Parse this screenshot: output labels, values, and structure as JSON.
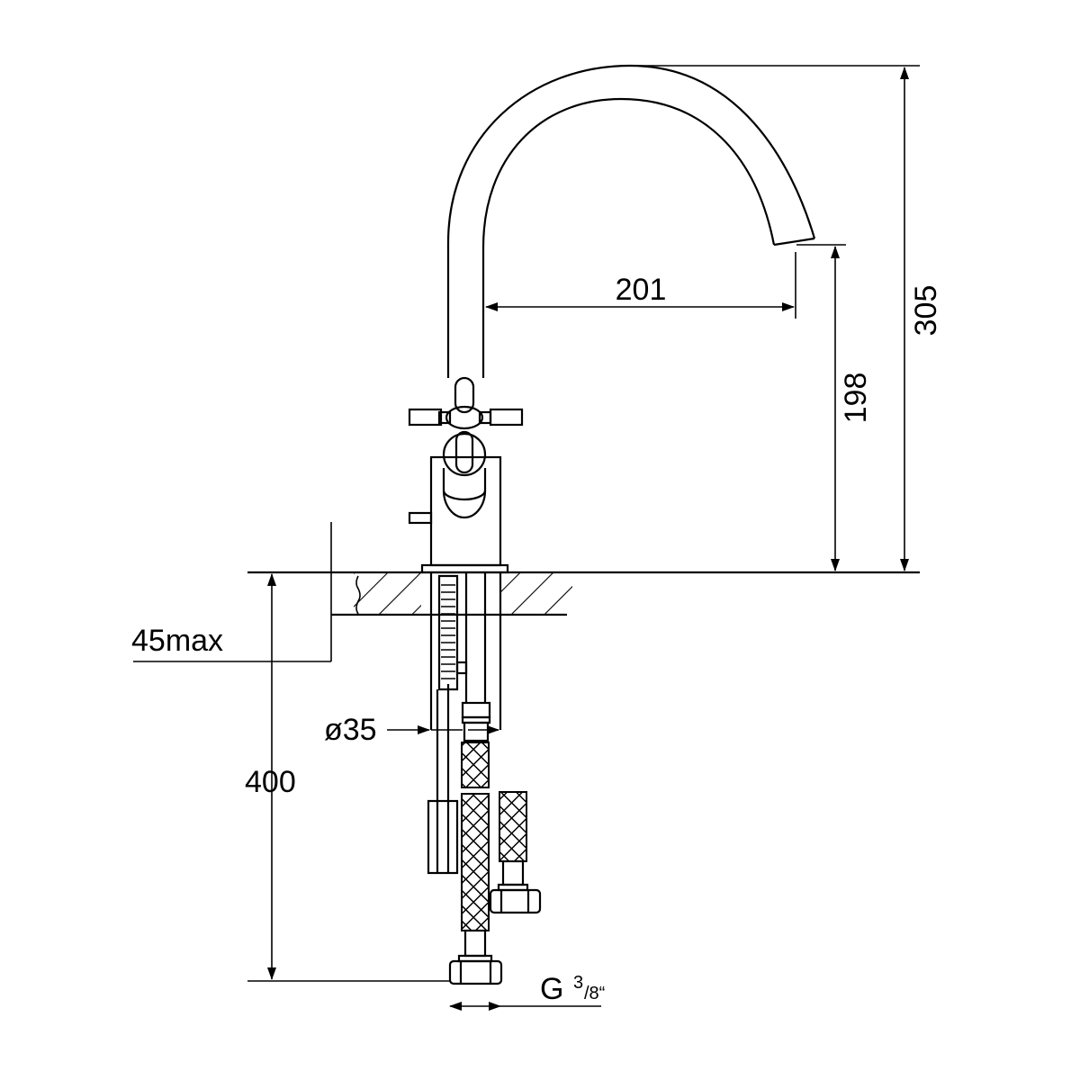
{
  "drawing": {
    "dimensions": {
      "total_height": "305",
      "spout_reach": "201",
      "spout_clearance": "198",
      "max_countertop": "45max",
      "hole_diameter": "ø35",
      "hose_length": "400",
      "thread_main": "G",
      "thread_num": "3",
      "thread_den": "/8“"
    },
    "line_color": "#000000",
    "background": "#ffffff"
  }
}
